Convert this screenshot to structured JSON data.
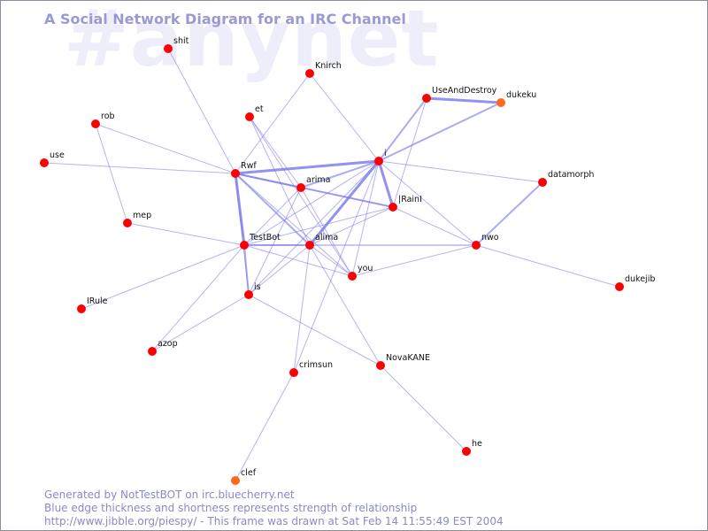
{
  "watermark": "#anynet",
  "title": "A Social Network Diagram for an IRC Channel",
  "footer": {
    "line1": "Generated by NotTestBOT on irc.bluecherry.net",
    "line2": "Blue edge thickness and shortness represents strength of relationship",
    "line3": "http://www.jibble.org/piespy/ - This frame was drawn at Sat Feb 14 11:55:49 EST 2004"
  },
  "colors": {
    "node_primary": "#ff0000",
    "node_secondary": "#ff6a1a",
    "edge": "#7777ee",
    "title": "#9a9ad2",
    "watermark": "#eeeefb"
  },
  "nodes": [
    {
      "id": "shit",
      "label": "shit"
    },
    {
      "id": "Knirch",
      "label": "Knirch"
    },
    {
      "id": "UseAndDestroy",
      "label": "UseAndDestroy"
    },
    {
      "id": "dukeku",
      "label": "dukeku"
    },
    {
      "id": "rob",
      "label": "rob"
    },
    {
      "id": "et",
      "label": "et"
    },
    {
      "id": "use",
      "label": "use"
    },
    {
      "id": "i",
      "label": "i"
    },
    {
      "id": "Rwf",
      "label": "Rwf"
    },
    {
      "id": "datamorph",
      "label": "datamorph"
    },
    {
      "id": "arima",
      "label": "arima"
    },
    {
      "id": "IRainI",
      "label": "|RainI"
    },
    {
      "id": "mep",
      "label": "mep"
    },
    {
      "id": "TestBot",
      "label": "TestBot"
    },
    {
      "id": "alima",
      "label": "alima"
    },
    {
      "id": "nwo",
      "label": "nwo"
    },
    {
      "id": "you",
      "label": "you"
    },
    {
      "id": "dukejib",
      "label": "dukejib"
    },
    {
      "id": "is",
      "label": "is"
    },
    {
      "id": "IRule",
      "label": "IRule"
    },
    {
      "id": "azop",
      "label": "azop"
    },
    {
      "id": "NovaKANE",
      "label": "NovaKANE"
    },
    {
      "id": "crimsun",
      "label": "crimsun"
    },
    {
      "id": "he",
      "label": "he"
    },
    {
      "id": "clef",
      "label": "clef"
    }
  ],
  "edges": [
    {
      "from": "UseAndDestroy",
      "to": "dukeku",
      "weight": 3
    },
    {
      "from": "UseAndDestroy",
      "to": "i",
      "weight": 2
    },
    {
      "from": "dukeku",
      "to": "i",
      "weight": 2
    },
    {
      "from": "i",
      "to": "Rwf",
      "weight": 3
    },
    {
      "from": "i",
      "to": "IRainI",
      "weight": 3
    },
    {
      "from": "i",
      "to": "alima",
      "weight": 3
    },
    {
      "from": "i",
      "to": "arima",
      "weight": 2
    },
    {
      "from": "i",
      "to": "TestBot",
      "weight": 1
    },
    {
      "from": "i",
      "to": "you",
      "weight": 1
    },
    {
      "from": "i",
      "to": "nwo",
      "weight": 1
    },
    {
      "from": "i",
      "to": "datamorph",
      "weight": 1
    },
    {
      "from": "i",
      "to": "Knirch",
      "weight": 1
    },
    {
      "from": "i",
      "to": "is",
      "weight": 1
    },
    {
      "from": "i",
      "to": "crimsun",
      "weight": 1
    },
    {
      "from": "Rwf",
      "to": "TestBot",
      "weight": 3
    },
    {
      "from": "Rwf",
      "to": "arima",
      "weight": 2
    },
    {
      "from": "Rwf",
      "to": "IRainI",
      "weight": 2
    },
    {
      "from": "Rwf",
      "to": "alima",
      "weight": 2
    },
    {
      "from": "Rwf",
      "to": "you",
      "weight": 1
    },
    {
      "from": "Rwf",
      "to": "shit",
      "weight": 1
    },
    {
      "from": "Rwf",
      "to": "use",
      "weight": 1
    },
    {
      "from": "Rwf",
      "to": "rob",
      "weight": 1
    },
    {
      "from": "Rwf",
      "to": "Knirch",
      "weight": 1
    },
    {
      "from": "Rwf",
      "to": "is",
      "weight": 1
    },
    {
      "from": "TestBot",
      "to": "alima",
      "weight": 2
    },
    {
      "from": "TestBot",
      "to": "is",
      "weight": 2
    },
    {
      "from": "TestBot",
      "to": "arima",
      "weight": 1
    },
    {
      "from": "TestBot",
      "to": "IRainI",
      "weight": 1
    },
    {
      "from": "TestBot",
      "to": "you",
      "weight": 1
    },
    {
      "from": "TestBot",
      "to": "nwo",
      "weight": 1
    },
    {
      "from": "TestBot",
      "to": "mep",
      "weight": 1
    },
    {
      "from": "TestBot",
      "to": "IRule",
      "weight": 1
    },
    {
      "from": "TestBot",
      "to": "azop",
      "weight": 1
    },
    {
      "from": "alima",
      "to": "is",
      "weight": 1
    },
    {
      "from": "alima",
      "to": "you",
      "weight": 1
    },
    {
      "from": "alima",
      "to": "IRainI",
      "weight": 1
    },
    {
      "from": "alima",
      "to": "nwo",
      "weight": 1
    },
    {
      "from": "alima",
      "to": "crimsun",
      "weight": 1
    },
    {
      "from": "alima",
      "to": "NovaKANE",
      "weight": 1
    },
    {
      "from": "alima",
      "to": "et",
      "weight": 1
    },
    {
      "from": "arima",
      "to": "you",
      "weight": 1
    },
    {
      "from": "arima",
      "to": "IRainI",
      "weight": 1
    },
    {
      "from": "arima",
      "to": "et",
      "weight": 1
    },
    {
      "from": "arima",
      "to": "is",
      "weight": 1
    },
    {
      "from": "IRainI",
      "to": "UseAndDestroy",
      "weight": 1
    },
    {
      "from": "IRainI",
      "to": "nwo",
      "weight": 1
    },
    {
      "from": "you",
      "to": "nwo",
      "weight": 1
    },
    {
      "from": "you",
      "to": "et",
      "weight": 1
    },
    {
      "from": "nwo",
      "to": "datamorph",
      "weight": 2
    },
    {
      "from": "nwo",
      "to": "dukejib",
      "weight": 1
    },
    {
      "from": "is",
      "to": "NovaKANE",
      "weight": 1
    },
    {
      "from": "is",
      "to": "azop",
      "weight": 1
    },
    {
      "from": "NovaKANE",
      "to": "he",
      "weight": 1
    },
    {
      "from": "crimsun",
      "to": "clef",
      "weight": 1
    },
    {
      "from": "mep",
      "to": "rob",
      "weight": 1
    }
  ]
}
